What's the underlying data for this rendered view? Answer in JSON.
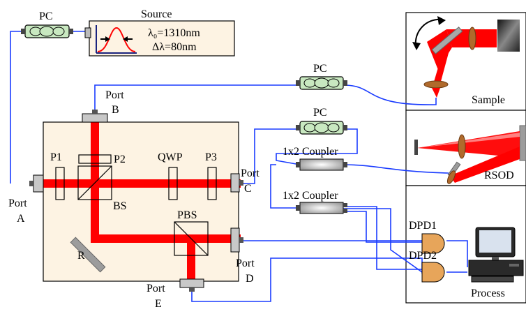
{
  "source": {
    "title": "Source",
    "wavelength": "λ₀=1310nm",
    "bandwidth": "Δλ=80nm"
  },
  "pc_labels": {
    "top": "PC",
    "middle": "PC",
    "right": "PC"
  },
  "ports": {
    "a": [
      "Port",
      "A"
    ],
    "b": [
      "Port",
      "B"
    ],
    "c": [
      "Port",
      "C"
    ],
    "d": [
      "Port",
      "D"
    ],
    "e": [
      "Port",
      "E"
    ]
  },
  "components": {
    "p1": "P1",
    "p2": "P2",
    "p3": "P3",
    "qwp": "QWP",
    "bs": "BS",
    "pbs": "PBS",
    "r": "R"
  },
  "couplers": {
    "upper": "1x2 Coupler",
    "lower": "1x2 Coupler"
  },
  "panels": {
    "sample": "Sample",
    "rsod": "RSOD",
    "process": "Process"
  },
  "detectors": {
    "dpd1": "DPD1",
    "dpd2": "DPD2"
  },
  "colors": {
    "beam": "#ff0000",
    "fiber": "#1a3cff",
    "housing": "#fdf3e3",
    "pc_body": "#c8e8c0",
    "detector": "#e7a55a",
    "lens": "#b06a2c"
  }
}
